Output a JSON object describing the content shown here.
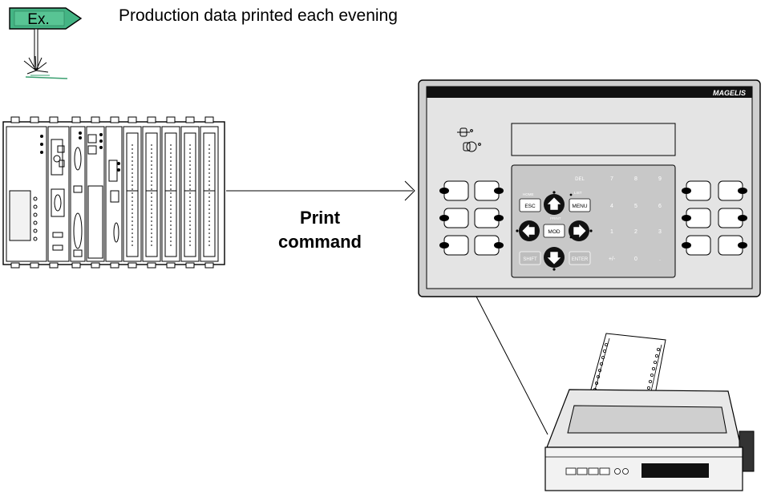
{
  "badge": {
    "label": "Ex."
  },
  "title": "Production data printed each evening",
  "command": {
    "line1": "Print",
    "line2": "command"
  },
  "terminal": {
    "brand": "MAGELIS",
    "nav_keys": {
      "esc": "ESC",
      "menu": "MENU",
      "mod": "MOD",
      "shift": "SHIFT",
      "enter": "ENTER"
    },
    "small_labels": {
      "home": "HOME",
      "print": "PRINT",
      "alarm": "ALARM",
      "list": "LIST"
    },
    "keypad": {
      "del": "DEL",
      "rows": [
        [
          "7",
          "8",
          "9"
        ],
        [
          "4",
          "5",
          "6"
        ],
        [
          "1",
          "2",
          "3"
        ],
        [
          "+/-",
          "0",
          "."
        ]
      ]
    }
  },
  "colors": {
    "badge_fill": "#44b484",
    "panel": "#e4e4e4",
    "keypad": "#c8c8c8",
    "brand_bar": "#111111"
  }
}
